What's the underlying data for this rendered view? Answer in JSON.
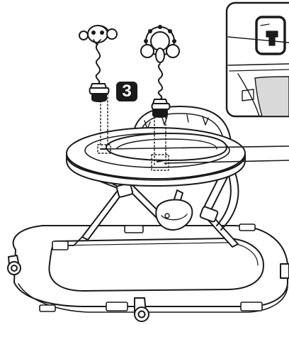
{
  "step": {
    "number": "3"
  },
  "colors": {
    "line": "#1a1a1a",
    "fill": "#ffffff",
    "detail_shade": "#d9d9d9",
    "badge": "#1a1a1a"
  },
  "parts": {
    "toys": [
      "bird-toy",
      "rattle-toy"
    ],
    "detail_inset": "toy-peg-closeup"
  }
}
